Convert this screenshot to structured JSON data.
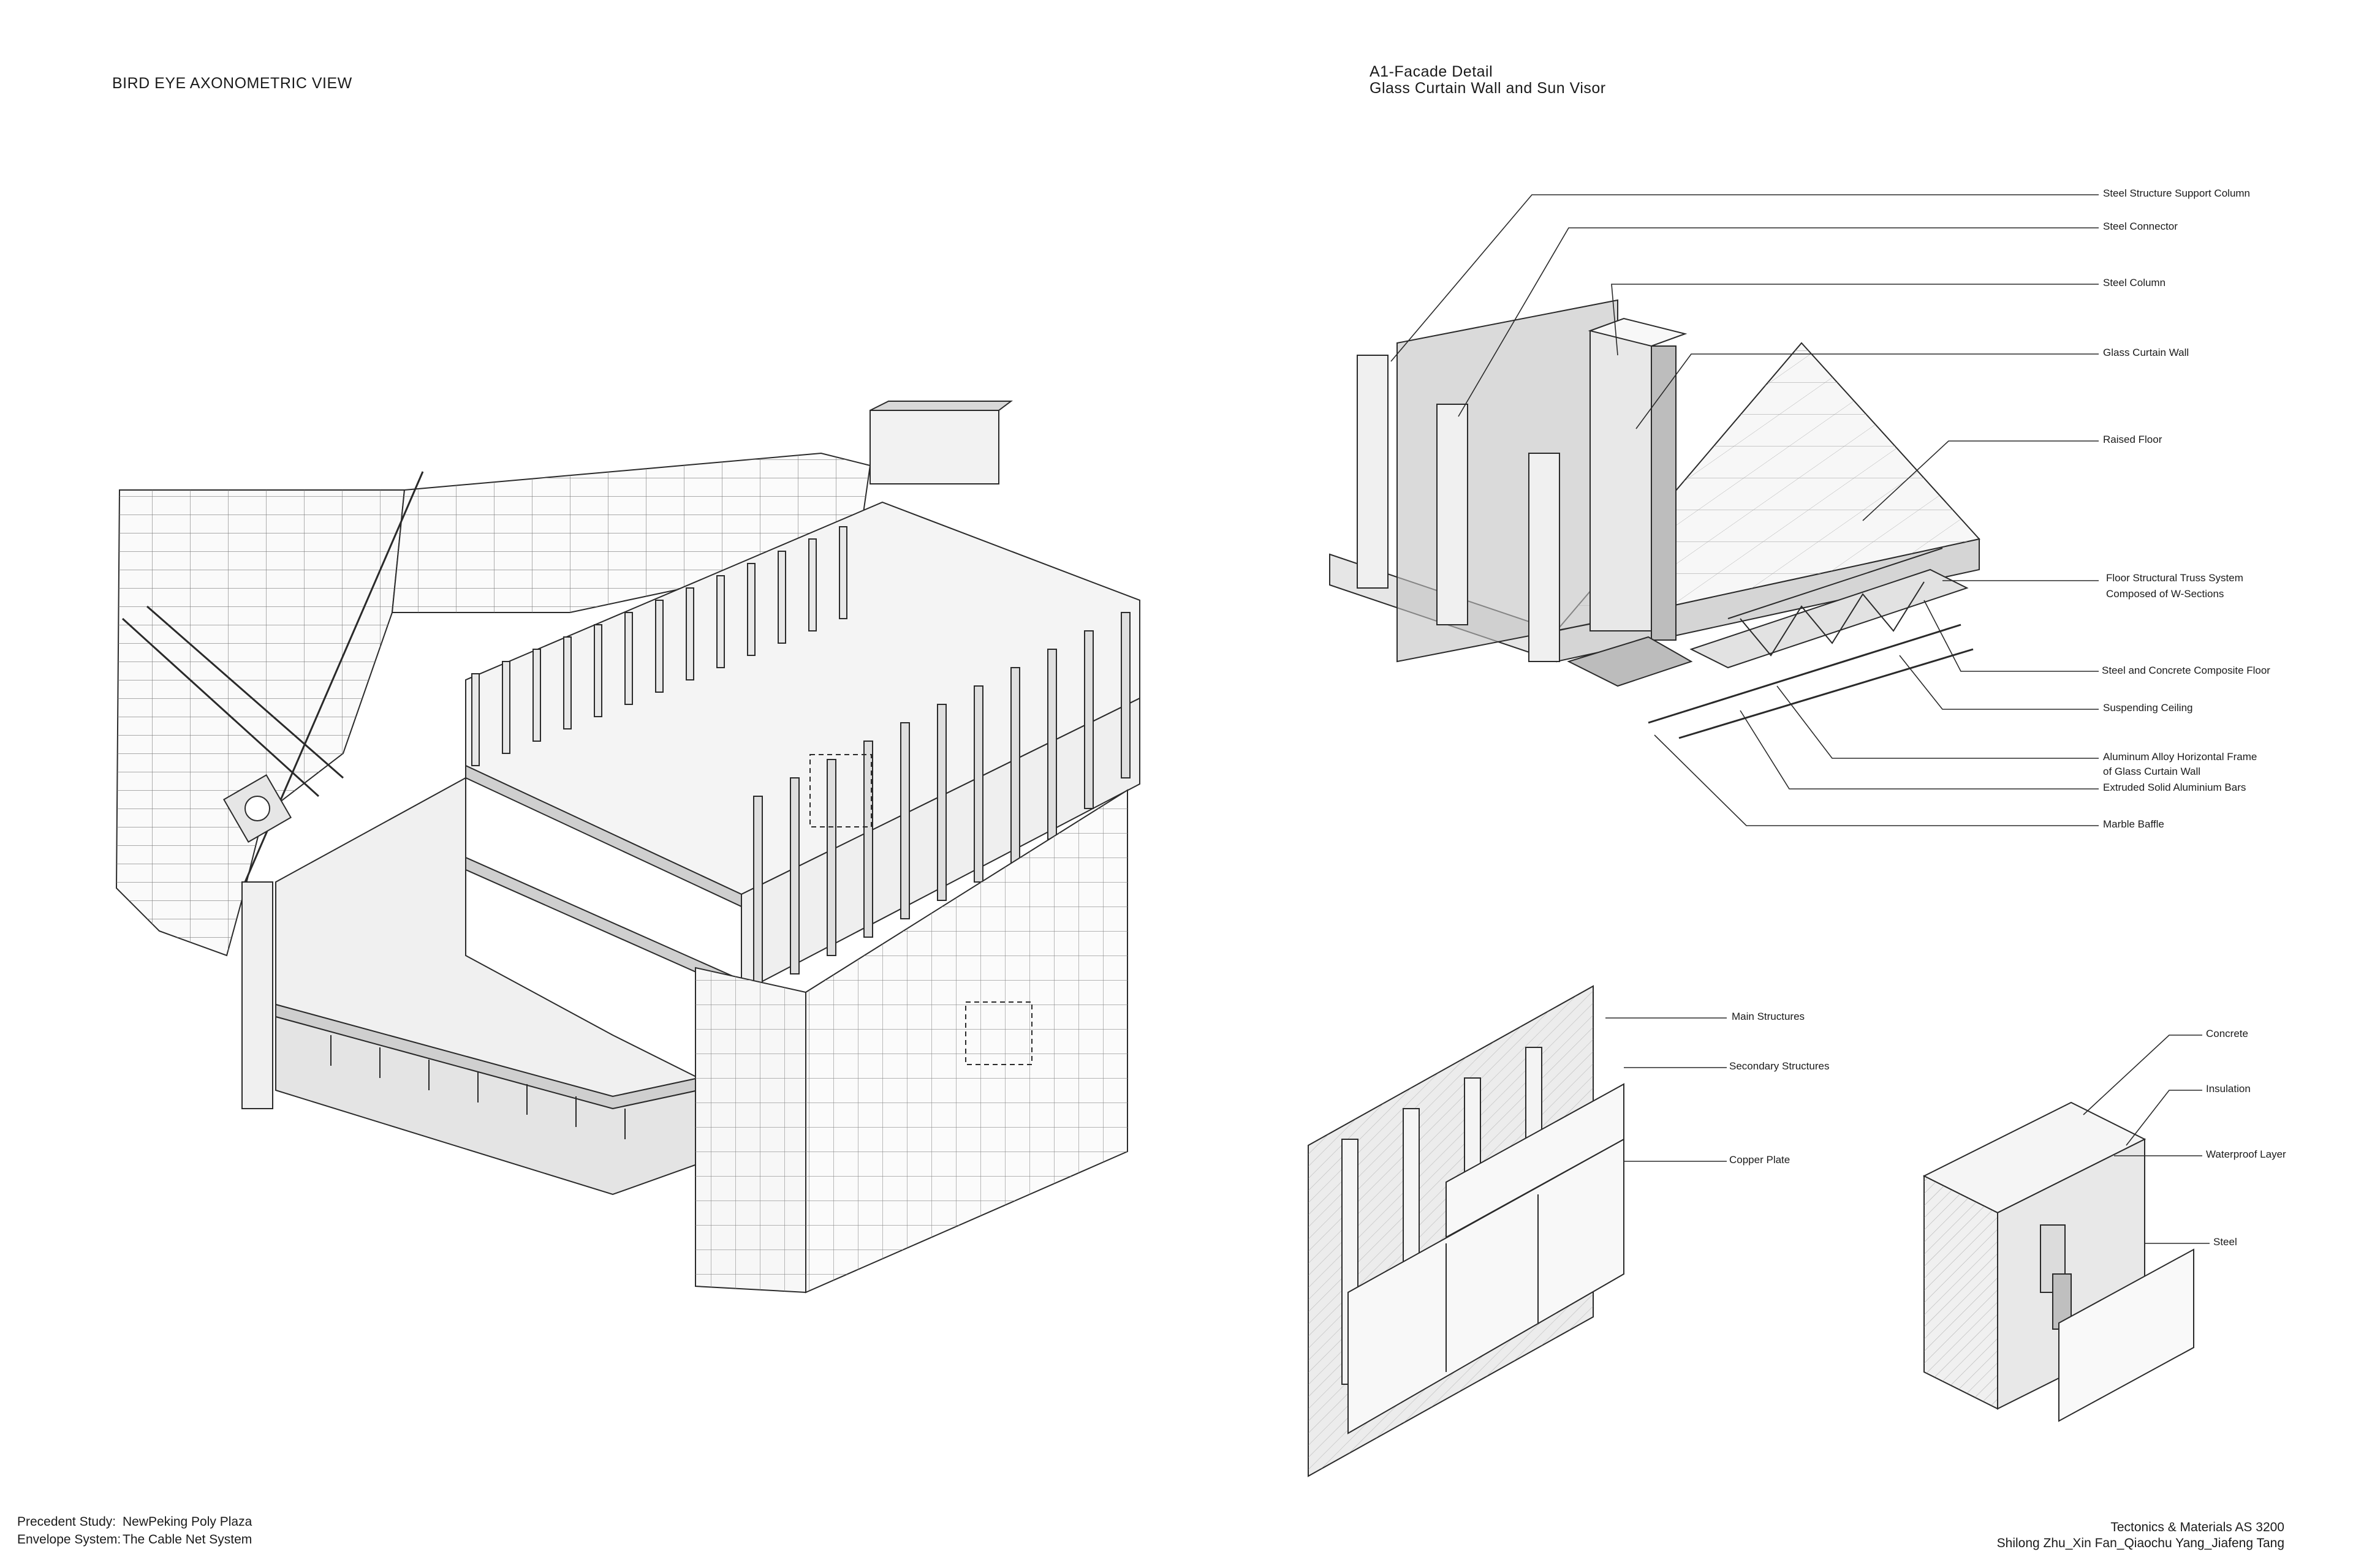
{
  "sheet": {
    "left_title": "BIRD EYE AXONOMETRIC VIEW",
    "right_title_line1": "A1-Facade Detail",
    "right_title_line2": "Glass Curtain Wall and Sun Visor"
  },
  "a1_labels": [
    "Steel Structure Support Column",
    "Steel Connector",
    "Steel Column",
    "Glass Curtain Wall",
    "Raised Floor",
    "Floor Structural Truss System",
    "Composed of W-Sections",
    "Steel and Concrete Composite Floor",
    "Suspending Ceiling",
    "Aluminum Alloy Horizontal Frame",
    "of Glass Curtain Wall",
    "Extruded Solid Aluminium Bars",
    "Marble Baffle"
  ],
  "copper_labels": [
    "Main Structures",
    "Secondary Structures",
    "Copper Plate"
  ],
  "wall_labels": [
    "Concrete",
    "Insulation",
    "Waterproof Layer",
    "Steel"
  ],
  "footer": {
    "study_label": "Precedent Study:",
    "study_value": "NewPeking Poly Plaza",
    "envelope_label": "Envelope System:",
    "envelope_value": "The Cable Net System",
    "course": "Tectonics & Materials AS 3200",
    "authors": "Shilong Zhu_Xin Fan_Qiaochu Yang_Jiafeng Tang"
  },
  "colors": {
    "ink": "#2a2a2a",
    "panel_light": "#f2f2f2",
    "panel_mid": "#d9d9d9",
    "panel_dark": "#a9a9a9"
  }
}
